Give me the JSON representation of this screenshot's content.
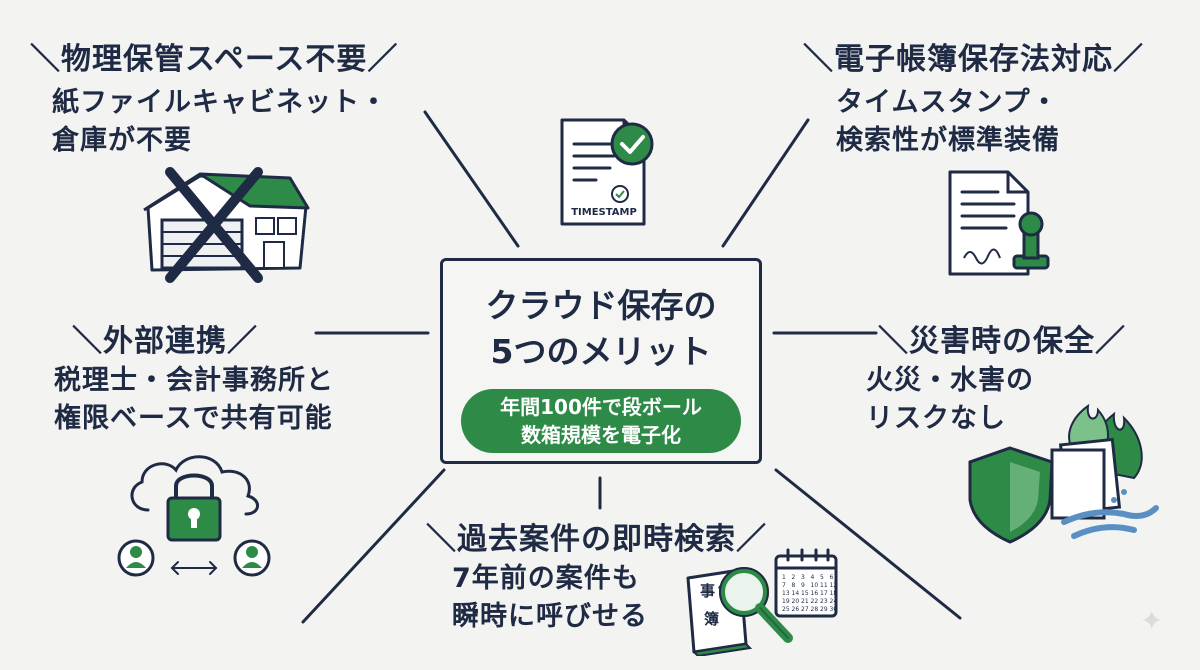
{
  "center": {
    "title": "クラウド保存の\n5つのメリット",
    "badge": "年間100件で段ボール\n数箱規模を電子化"
  },
  "benefits": [
    {
      "heading": "＼物理保管スペース不要／",
      "detail": "紙ファイルキャビネット・\n倉庫が不要",
      "icon": "crossed-warehouse-icon"
    },
    {
      "heading": "＼電子帳簿保存法対応／",
      "detail": "タイムスタンプ・\n検索性が標準装備",
      "icon": "document-stamp-icon"
    },
    {
      "heading": "＼外部連携／",
      "detail": "税理士・会計事務所と\n権限ベースで共有可能",
      "icon": "cloud-lock-share-icon"
    },
    {
      "heading": "＼災害時の保全／",
      "detail": "火災・水害の\nリスクなし",
      "icon": "shield-fire-water-icon"
    },
    {
      "heading": "＼過去案件の即時検索／",
      "detail": "7年前の案件も\n瞬時に呼びせる",
      "icon": "ledger-magnifier-calendar-icon"
    }
  ],
  "icons": {
    "timestamp_label": "TIMESTAMP",
    "ledger_label": "事件簿",
    "calendar_digits": [
      "1",
      "2",
      "3",
      "4",
      "5",
      "6",
      "7",
      "8",
      "9",
      "10",
      "11",
      "12",
      "13",
      "14",
      "15",
      "16",
      "17",
      "18",
      "19",
      "20",
      "21",
      "22",
      "23",
      "24",
      "25",
      "26",
      "27",
      "28",
      "29",
      "30"
    ]
  },
  "colors": {
    "ink": "#1f2a44",
    "accent_green": "#2e8b47",
    "light_green": "#7cc08a",
    "background": "#f3f3f1",
    "water_blue": "#5a8fc4"
  }
}
